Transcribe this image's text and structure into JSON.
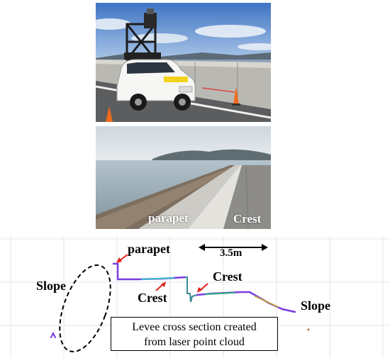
{
  "photos": {
    "top": {
      "subject": "survey-vehicle-on-levee-crest"
    },
    "bottom": {
      "subject": "levee-seaside-view",
      "labels": {
        "parapet": "parapet",
        "crest": "Crest"
      }
    }
  },
  "cross_section": {
    "labels": {
      "parapet": "parapet",
      "scale": "3.5m",
      "crest_upper": "Crest",
      "crest_lower": "Crest",
      "slope_left": "Slope",
      "slope_right": "Slope"
    },
    "caption_lines": [
      "Levee cross section created",
      "from laser point cloud"
    ],
    "colors": {
      "arrow": "#e0201e",
      "cloud_a": "#7a3de0",
      "cloud_b": "#3cc0c8",
      "cloud_c": "#9b7a40"
    }
  }
}
